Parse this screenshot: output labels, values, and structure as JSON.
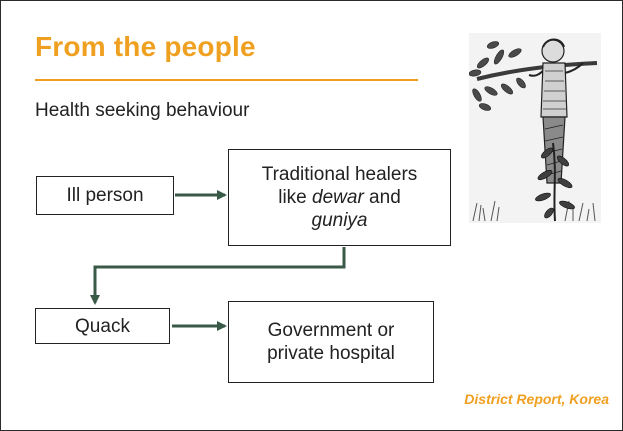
{
  "slide": {
    "title": "From the people",
    "subtitle": "Health seeking behaviour",
    "source": "District Report, Korea"
  },
  "nodes": {
    "ill_person": "Ill person",
    "healers": {
      "line1": "Traditional healers",
      "line2_pre": "like ",
      "line2_term": "dewar",
      "line2_post": " and",
      "line3_term": "guniya"
    },
    "quack": "Quack",
    "hospital": {
      "line1": "Government or",
      "line2": "private hospital"
    }
  },
  "edges": [
    {
      "from": "Ill person",
      "to": "Traditional healers like dewar and guniya"
    },
    {
      "from": "Traditional healers like dewar and guniya",
      "to": "Quack"
    },
    {
      "from": "Quack",
      "to": "Government or private hospital"
    }
  ],
  "illustration": {
    "subject": "sketch of a healer carrying a leafy branch over the shoulder"
  },
  "colors": {
    "accent": "#f0a020",
    "connector": "#3a5a48",
    "text": "#222222"
  }
}
